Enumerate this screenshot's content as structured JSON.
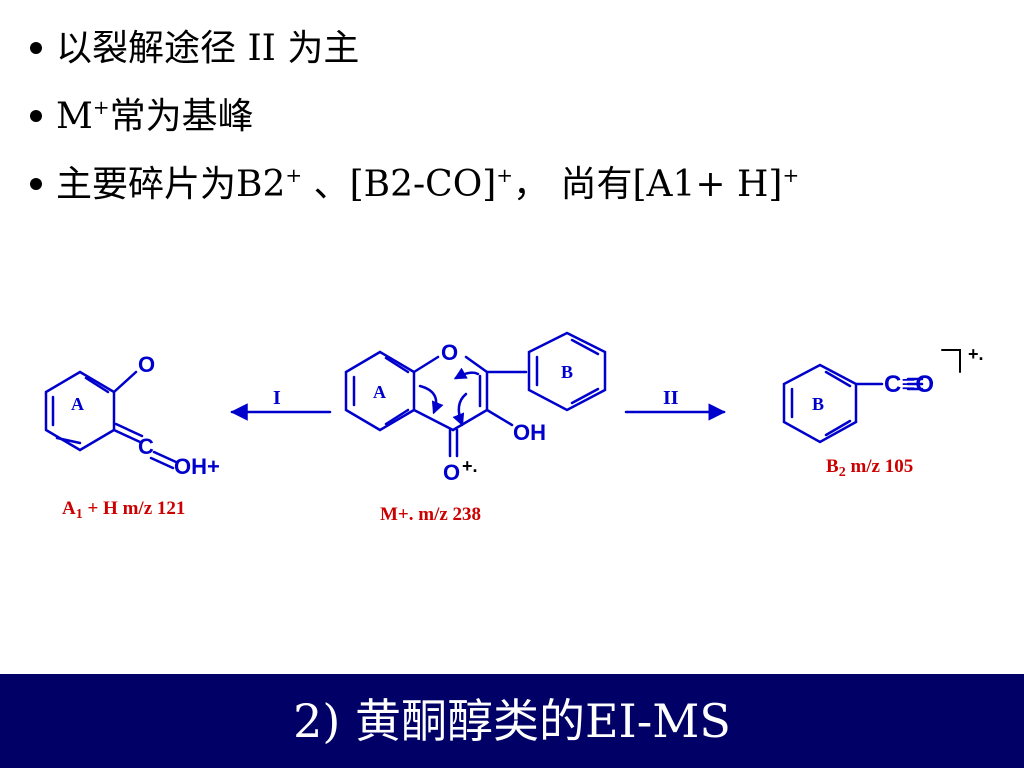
{
  "bullets": [
    {
      "text": "以裂解途径 II 为主"
    },
    {
      "pre": "M",
      "sup": "+",
      "post": "常为基峰"
    },
    {
      "pre": "主要碎片为B2",
      "sup": "+",
      "mid": " 、[B2-CO]",
      "sup2": "+",
      "mid2": "，  尚有[A1+ H]",
      "sup3": "+"
    }
  ],
  "scheme": {
    "left": {
      "ring_label": "A",
      "atom_o": "O",
      "atom_c": "C",
      "atom_oh": "OH+",
      "caption_pre": "A",
      "caption_sub": "1",
      "caption_post": " + H  m/z 121"
    },
    "center": {
      "ring_a": "A",
      "ring_b": "B",
      "atom_o_ring": "O",
      "atom_oh": "OH",
      "atom_o_bottom": "O",
      "charge": "+.",
      "caption": "M+.   m/z 238"
    },
    "right": {
      "ring_label": "B",
      "atom_group": "C≡O",
      "charge": "+.",
      "caption_pre": "B",
      "caption_sub": "2",
      "caption_post": " m/z 105"
    },
    "arrow_left_label": "I",
    "arrow_right_label": "II"
  },
  "colors": {
    "bond": "#0000cc",
    "caption": "#cc0000",
    "footer_bg": "#000066",
    "footer_text": "#ffffff"
  },
  "footer": {
    "title": "2) 黄酮醇类的EI-MS"
  }
}
